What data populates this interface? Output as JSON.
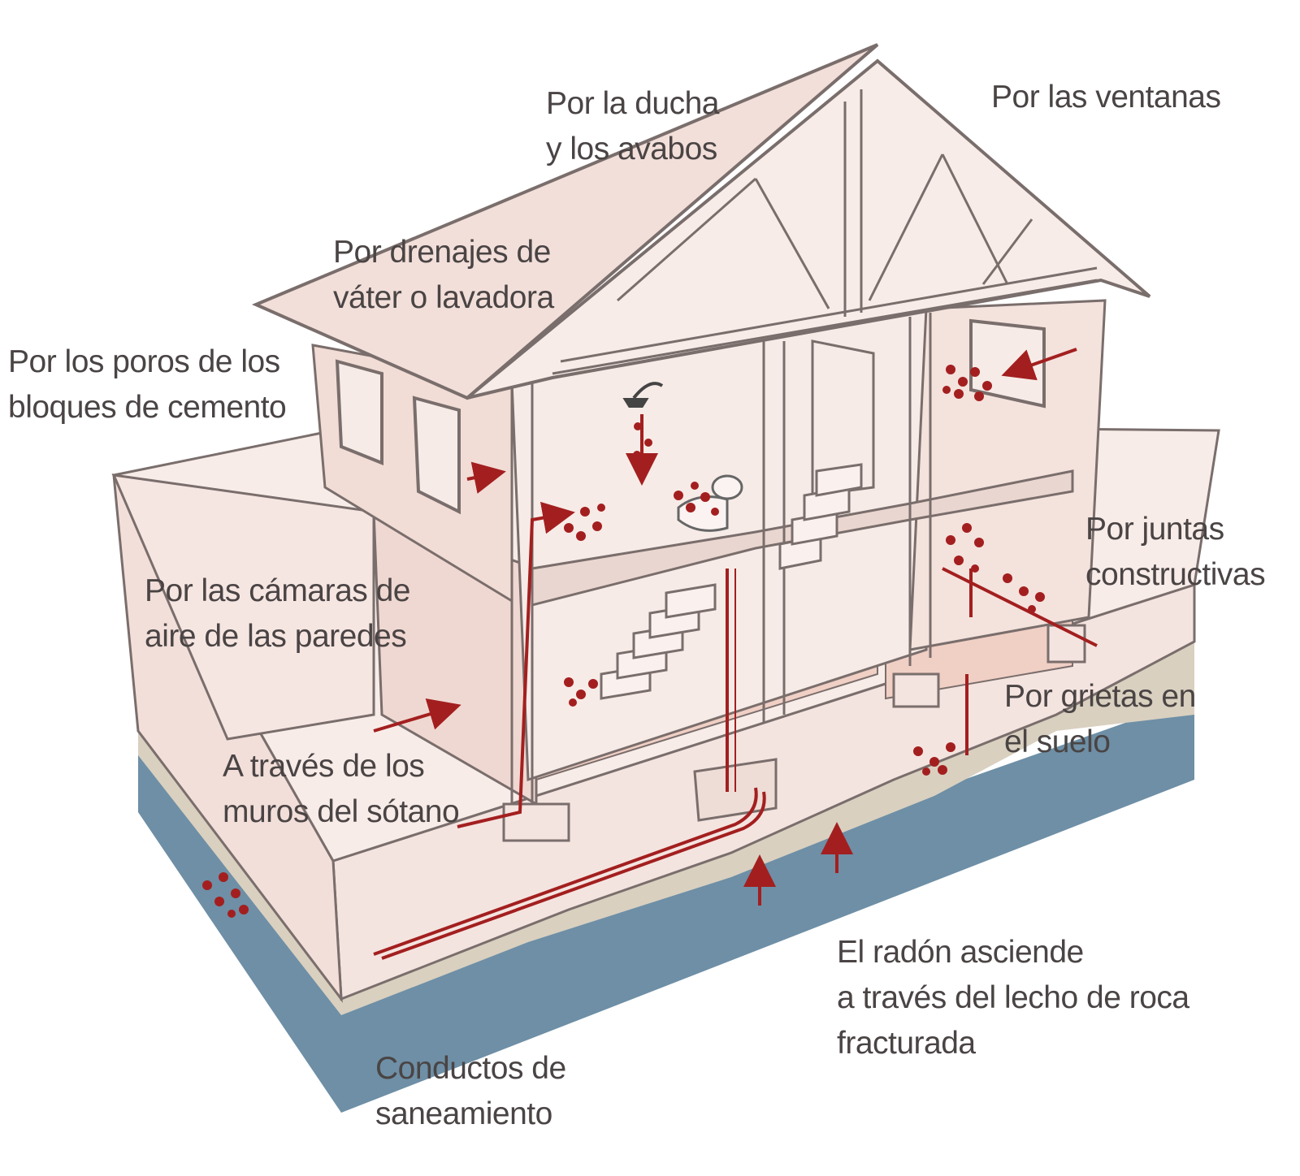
{
  "colors": {
    "house_fill": "#f4e4e0",
    "house_stroke": "#7a6e6c",
    "radon_red": "#a31f1f",
    "bedrock_blue": "#6e8fa6",
    "soil_beige": "#d9d0c0",
    "floor_pink": "#f0cfc4"
  },
  "labels": {
    "ducha": [
      "Por la ducha",
      "y los avabos"
    ],
    "ventanas": [
      "Por las ventanas"
    ],
    "drenajes": [
      "Por drenajes de",
      "váter o lavadora"
    ],
    "poros": [
      "Por los poros de los",
      "bloques de cemento"
    ],
    "camaras": [
      "Por las cámaras de",
      "aire de las paredes"
    ],
    "juntas": [
      "Por juntas",
      "constructivas"
    ],
    "grietas": [
      "Por grietas en",
      "el suelo"
    ],
    "muros": [
      "A través de los",
      "muros del sótano"
    ],
    "radon": [
      "El radón asciende",
      "a través del lecho de roca",
      "fracturada"
    ],
    "conductos": [
      "Conductos de",
      "saneamiento"
    ]
  }
}
